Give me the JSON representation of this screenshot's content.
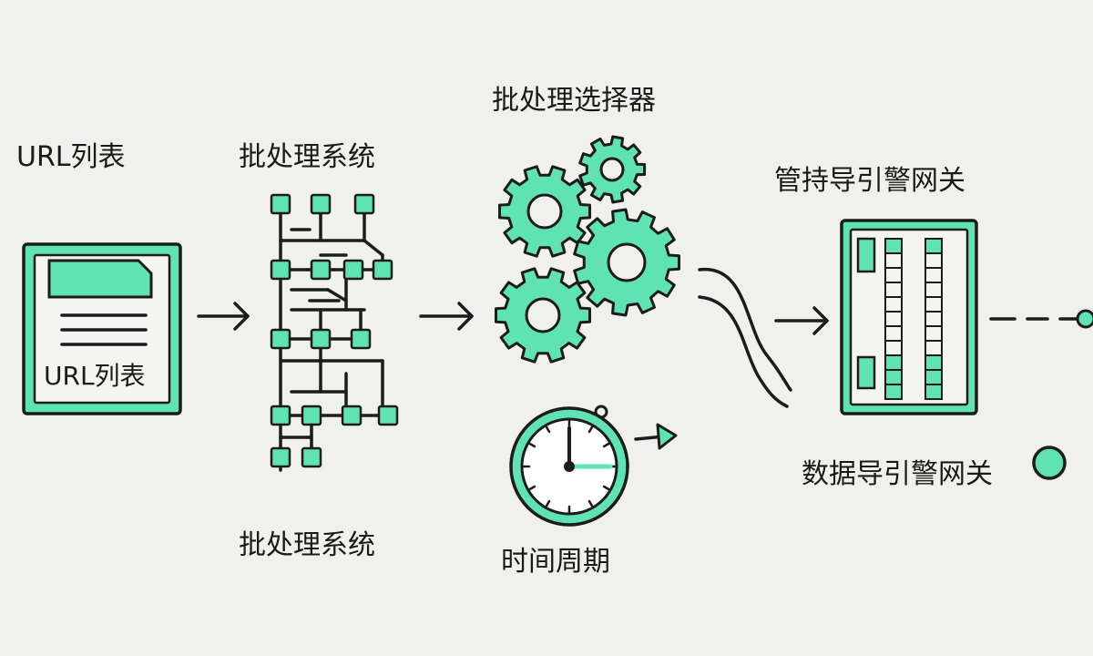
{
  "labels": {
    "url_list_title": "URL列表",
    "url_list_doc": "URL列表",
    "batch_system_top": "批处理系统",
    "batch_system_bottom": "批处理系统",
    "batch_selector": "批处理选择器",
    "time_cycle": "时间周期",
    "gateway_top": "管持导引警网关",
    "gateway_bottom": "数据导引警网关"
  },
  "colors": {
    "accent": "#5fe3b5",
    "stroke": "#1c1c1c",
    "background": "#f0f0ef"
  },
  "icons": [
    "document-icon",
    "network-grid-icon",
    "gears-icon",
    "stopwatch-icon",
    "gateway-panel-icon"
  ]
}
